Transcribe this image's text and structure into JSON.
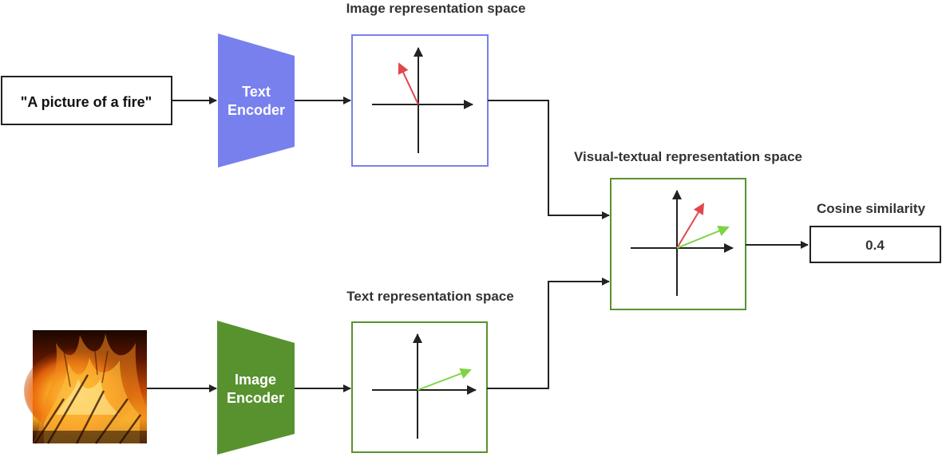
{
  "input_text": {
    "label": "\"A picture of a fire\""
  },
  "text_encoder": {
    "line1": "Text",
    "line2": "Encoder",
    "color": "#7880ee"
  },
  "image_encoder": {
    "line1": "Image",
    "line2": "Encoder",
    "color": "#58922f"
  },
  "spaces": {
    "top_title": "Image representation space",
    "bottom_title": "Text representation space",
    "joint_title": "Visual-textual representation space",
    "top_border_color": "#7880ee",
    "bottom_border_color": "#58922f",
    "joint_border_color": "#58922f"
  },
  "similarity": {
    "title": "Cosine similarity",
    "value": "0.4"
  },
  "colors": {
    "arrow_red": "#e0484c",
    "arrow_green": "#7ed344",
    "axis": "#222222"
  },
  "input_image": {
    "icon": "fire-image"
  }
}
